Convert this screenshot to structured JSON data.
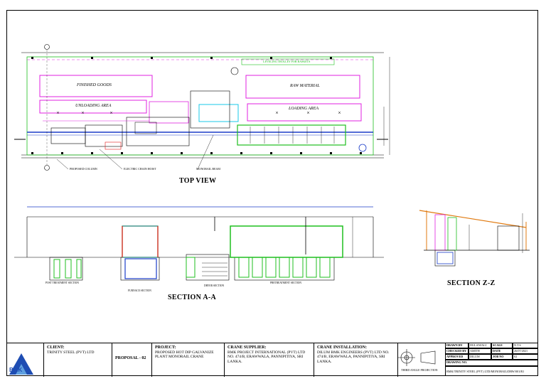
{
  "views": {
    "top": "TOP VIEW",
    "section_aa": "SECTION A-A",
    "section_zz": "SECTION Z-Z"
  },
  "areas": {
    "finished_goods": "FINISHED GOODS",
    "raw_material": "RAW MATERIAL",
    "unloading_area": "UNLOADING AREA",
    "loading_area": "LOADING AREA",
    "leveling_trolley": "LEVELING TROLLEY FOR BASKETS"
  },
  "callouts": {
    "proposed_column": "PROPOSED COLUMN",
    "electric_chain_hoist": "ELECTRIC CHAIN HOIST",
    "monorail_beam": "MONORAIL BEAM"
  },
  "sections": {
    "post_treatment": "POST TREATMENT SECTION",
    "furnace": "FURNACE SECTION",
    "dryer": "DRYER SECTION",
    "pretreatment": "PRETREATMENT SECTION"
  },
  "title_block": {
    "client_label": "CLIENT:",
    "client_value": "TRINITY STEEL (PVT) LTD",
    "proposal": "PROPOSAL - 02",
    "project_label": "PROJECT:",
    "project_value": "PROPOSED HOT DIP GALVANIZE PLANT MONORAIL CRANE",
    "supplier_label": "CRANE SUPPLIER:",
    "supplier_value": "BMK PROJECT INTERNATIONAL (PVT) LTD NO. 474/B, ERAWWALA, PANNIPITIYA, SRI LANKA.",
    "installation_label": "CRANE INSTALLATION:",
    "installation_value": "DILUM BMK ENGINEERS (PVT) LTD NO. 474/B, ERAWWALA, PANNIPITIYA, SRI LANKA.",
    "projection": "THIRD ANGLE PROJECTION",
    "drawn_by_label": "DRAWN BY",
    "drawn_by_value": "DULANJALI",
    "checked_by_label": "CHECKED BY",
    "checked_by_value": "AMITH",
    "approved_by_label": "APPROVED BY",
    "approved_by_value": "DILUM",
    "scale_label": "SCALE",
    "scale_value": "N.T.S",
    "date_label": "DATE",
    "date_value": "26/07/2021",
    "job_no_label": "JOB NO",
    "job_no_value": "02",
    "drawing_no_label": "DRAWING NO.",
    "drawing_no_value": "BMK/TRINITY STEEL (PVT) LTD/MONORAIL/DRW/001/R1",
    "logo": "BMK"
  },
  "colors": {
    "magenta": "#e020e0",
    "green": "#1fbf1f",
    "cyan": "#18c8e8",
    "blue": "#1a3cc8",
    "red": "#e01818",
    "orange": "#e07a10"
  }
}
